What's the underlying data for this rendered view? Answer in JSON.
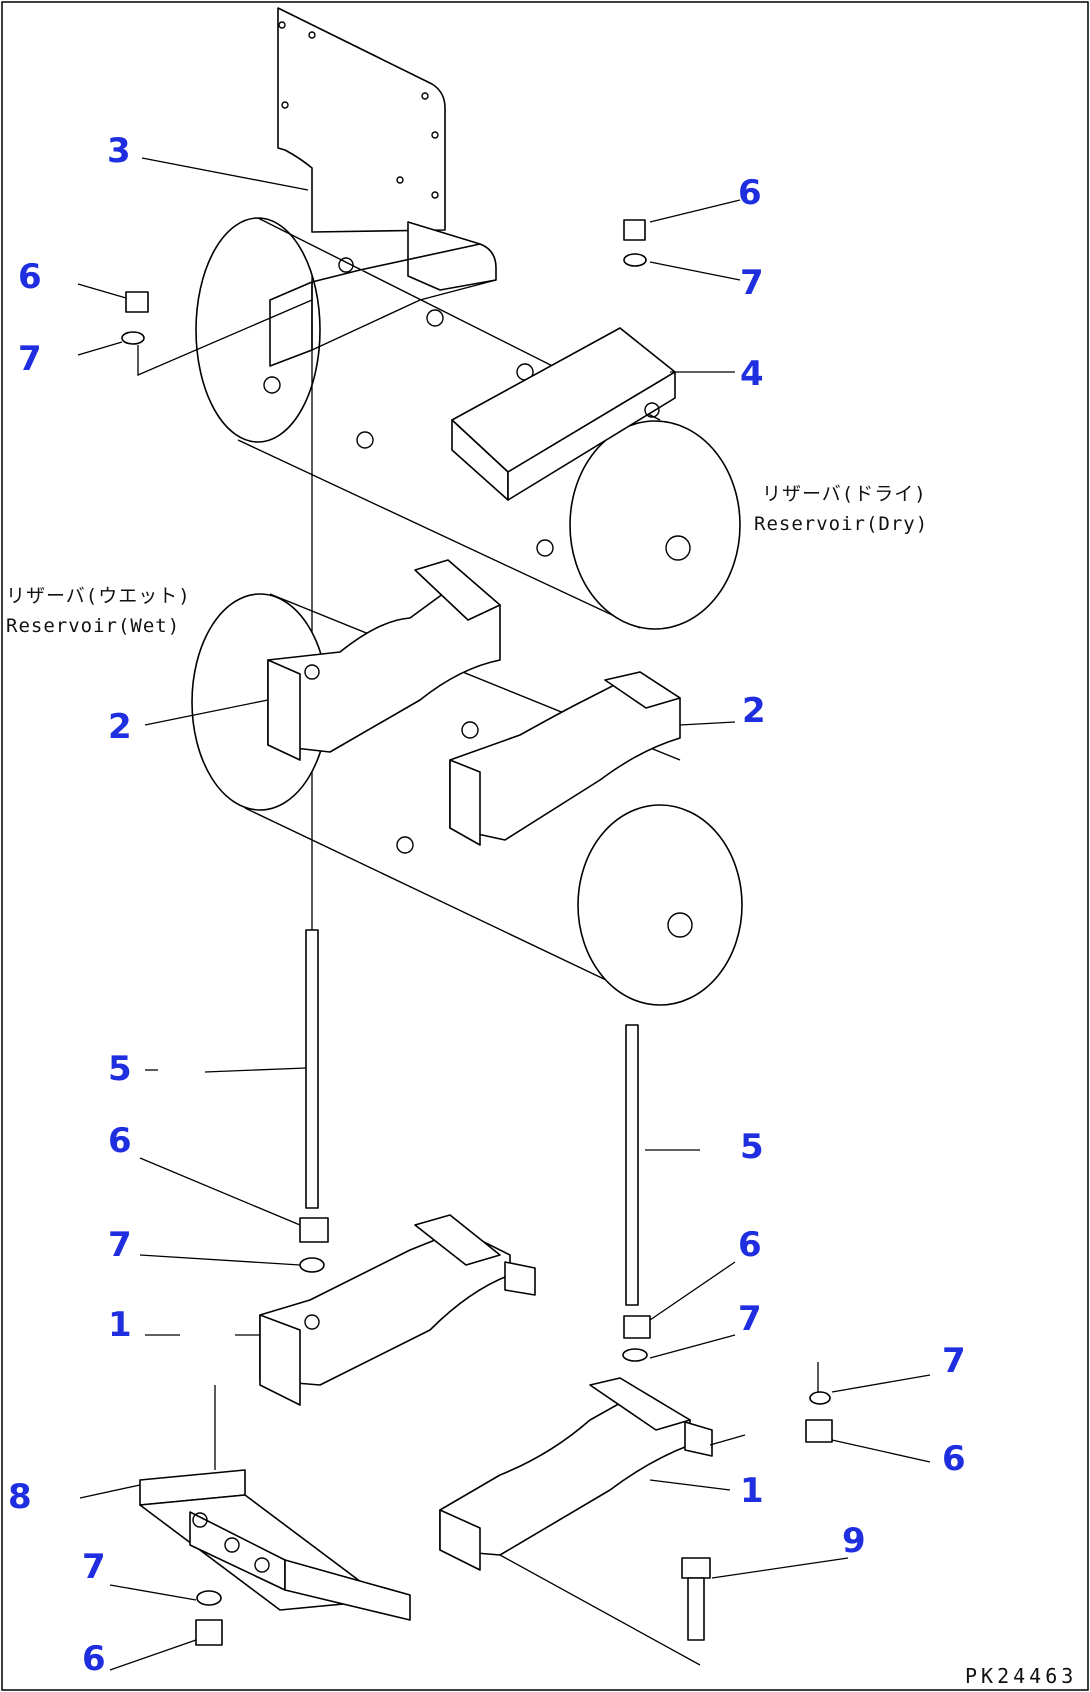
{
  "figure": {
    "callouts": [
      {
        "id": "c3",
        "label": "3"
      },
      {
        "id": "c6a",
        "label": "6"
      },
      {
        "id": "c7a",
        "label": "7"
      },
      {
        "id": "c6b",
        "label": "6"
      },
      {
        "id": "c7b",
        "label": "7"
      },
      {
        "id": "c4",
        "label": "4"
      },
      {
        "id": "c2a",
        "label": "2"
      },
      {
        "id": "c2b",
        "label": "2"
      },
      {
        "id": "c5a",
        "label": "5"
      },
      {
        "id": "c5b",
        "label": "5"
      },
      {
        "id": "c6c",
        "label": "6"
      },
      {
        "id": "c7c",
        "label": "7"
      },
      {
        "id": "c1a",
        "label": "1"
      },
      {
        "id": "c6d",
        "label": "6"
      },
      {
        "id": "c7d",
        "label": "7"
      },
      {
        "id": "c7e",
        "label": "7"
      },
      {
        "id": "c6e",
        "label": "6"
      },
      {
        "id": "c1b",
        "label": "1"
      },
      {
        "id": "c8",
        "label": "8"
      },
      {
        "id": "c9",
        "label": "9"
      },
      {
        "id": "c7f",
        "label": "7"
      },
      {
        "id": "c6f",
        "label": "6"
      }
    ],
    "labels": {
      "reservoir_dry_jp": "リザーバ(ドライ)",
      "reservoir_dry_en": "Reservoir(Dry)",
      "reservoir_wet_jp": "リザーバ(ウエット)",
      "reservoir_wet_en": "Reservoir(Wet)"
    },
    "drawing_code": "PK24463"
  }
}
